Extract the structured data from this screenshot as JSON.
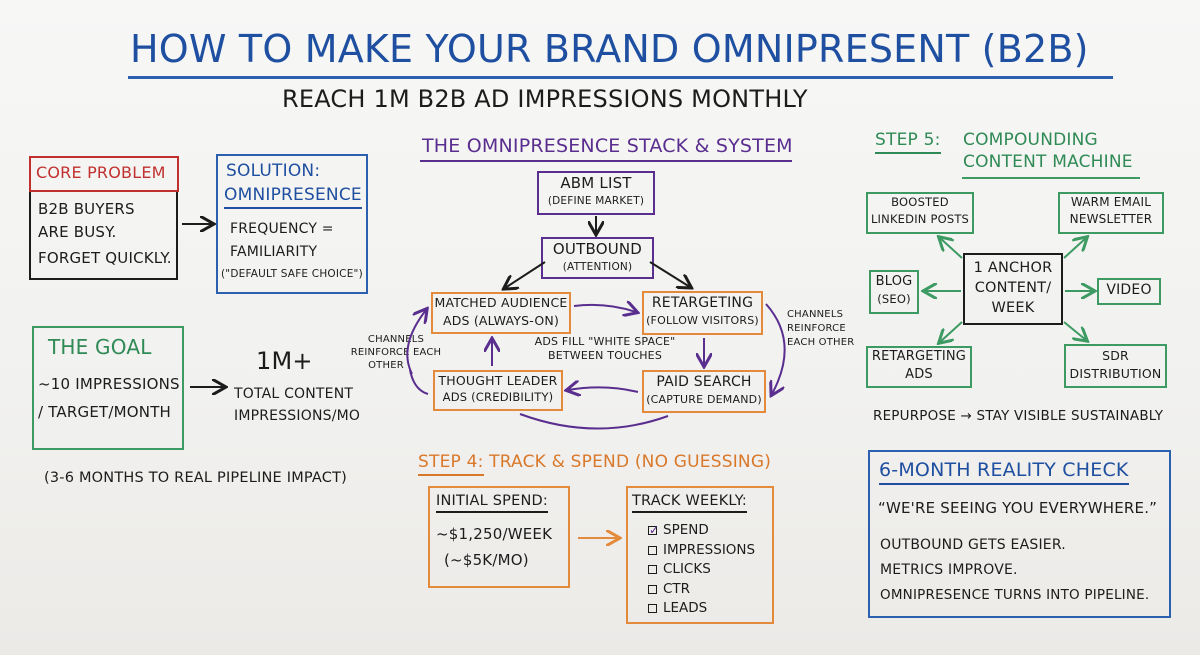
{
  "header": {
    "title": "HOW TO MAKE YOUR BRAND OMNIPRESENT (B2B)",
    "subtitle": "REACH 1M B2B AD IMPRESSIONS MONTHLY"
  },
  "core_problem": {
    "heading": "CORE PROBLEM",
    "lines": [
      "B2B BUYERS",
      "ARE BUSY.",
      "FORGET QUICKLY."
    ]
  },
  "solution": {
    "heading_1": "SOLUTION:",
    "heading_2": "OMNIPRESENCE",
    "lines": [
      "FREQUENCY =",
      "FAMILIARITY"
    ],
    "note": "(\"DEFAULT SAFE CHOICE\")"
  },
  "goal": {
    "heading": "THE GOAL",
    "lines": [
      "~10 IMPRESSIONS",
      "/ TARGET/MONTH"
    ],
    "big": "1M+",
    "total_lines": [
      "TOTAL CONTENT",
      "IMPRESSIONS/MO"
    ],
    "timeline": "(3-6 MONTHS TO REAL PIPELINE IMPACT)"
  },
  "stack": {
    "heading": "THE OMNIPRESENCE STACK & SYSTEM",
    "abm": {
      "title": "ABM LIST",
      "sub": "(DEFINE MARKET)"
    },
    "outbound": {
      "title": "OUTBOUND",
      "sub": "(ATTENTION)"
    },
    "matched": {
      "title": "MATCHED AUDIENCE",
      "sub": "ADS (ALWAYS-ON)"
    },
    "retargeting": {
      "title": "RETARGETING",
      "sub": "(FOLLOW VISITORS)"
    },
    "thought": {
      "title": "THOUGHT LEADER",
      "sub": "ADS (CREDIBILITY)"
    },
    "paid": {
      "title": "PAID SEARCH",
      "sub": "(CAPTURE DEMAND)"
    },
    "fill_lines": [
      "ADS FILL \"WHITE SPACE\"",
      "BETWEEN TOUCHES"
    ],
    "left_note": [
      "CHANNELS",
      "REINFORCE EACH",
      "OTHER"
    ],
    "right_note": [
      "CHANNELS",
      "REINFORCE",
      "EACH OTHER"
    ]
  },
  "step4": {
    "label": "STEP 4:",
    "heading": "TRACK & SPEND (NO GUESSING)",
    "spend_heading": "INITIAL SPEND:",
    "spend_lines": [
      "~$1,250/WEEK",
      "(~$5K/MO)"
    ],
    "track_heading": "TRACK WEEKLY:",
    "items": [
      {
        "label": "SPEND",
        "checked": true
      },
      {
        "label": "IMPRESSIONS",
        "checked": false
      },
      {
        "label": "CLICKS",
        "checked": false
      },
      {
        "label": "CTR",
        "checked": false
      },
      {
        "label": "LEADS",
        "checked": false
      }
    ]
  },
  "step5": {
    "label": "STEP 5:",
    "heading_1": "COMPOUNDING",
    "heading_2": "CONTENT MACHINE",
    "boosted": [
      "BOOSTED",
      "LINKEDIN POSTS"
    ],
    "newsletter": [
      "WARM EMAIL",
      "NEWSLETTER"
    ],
    "blog": [
      "BLOG",
      "(SEO)"
    ],
    "anchor": [
      "1 ANCHOR",
      "CONTENT/",
      "WEEK"
    ],
    "video": "VIDEO",
    "retargeting": [
      "RETARGETING",
      "ADS"
    ],
    "sdr": [
      "SDR",
      "DISTRIBUTION"
    ],
    "repurpose_a": "REPURPOSE",
    "repurpose_b": "STAY VISIBLE SUSTAINABLY"
  },
  "reality": {
    "heading": "6-MONTH REALITY CHECK",
    "quote": "“WE'RE SEEING YOU EVERYWHERE.”",
    "lines": [
      "OUTBOUND GETS EASIER.",
      "METRICS IMPROVE.",
      "OMNIPRESENCE TURNS INTO PIPELINE."
    ]
  },
  "colors": {
    "blue": "#1f4fa0",
    "red": "#c0302e",
    "green": "#2f8a55",
    "purple": "#5a2e8f",
    "orange": "#d9782a"
  }
}
